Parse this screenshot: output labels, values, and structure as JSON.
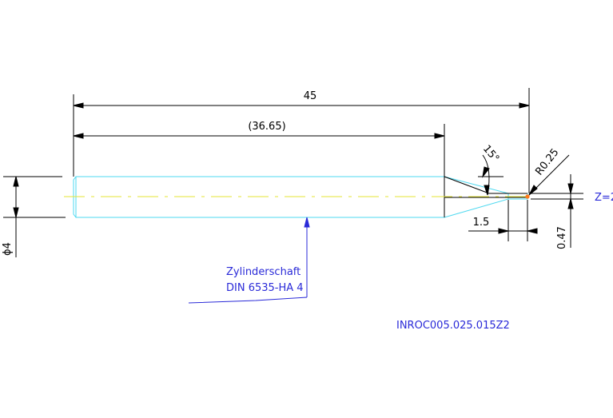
{
  "colors": {
    "background": "#ffffff",
    "outline": "#4dd9f0",
    "centerline": "#e6e633",
    "dimension": "#000000",
    "annotation": "#2a2ad8",
    "cutting_edge": "#000000",
    "tip_marker": "#ff7a1a"
  },
  "dimensions": {
    "overall_length": "45",
    "shank_length": "(36.65)",
    "chamfer_angle": "15°",
    "tip_radius": "R0.25",
    "flute_count": "Z=2",
    "tip_length": "1.5",
    "neck_diameter": "0.47",
    "shank_diameter": "ϕ4"
  },
  "notes": {
    "shank_line1": "Zylinderschaft",
    "shank_line2": "DIN 6535-HA 4",
    "part_number": "INROC005.025.015Z2"
  }
}
